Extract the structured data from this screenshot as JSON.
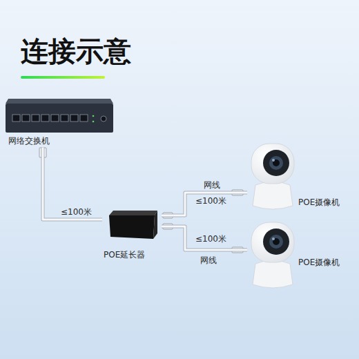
{
  "diagram": {
    "title": "连接示意",
    "nodes": [
      {
        "text": [
          "网络交换机"
        ]
      },
      {
        "text": [
          "POE延长器"
        ]
      },
      {
        "text": [
          "POE摄像机"
        ]
      },
      {
        "text": [
          "POE摄像机"
        ]
      }
    ],
    "edges": [
      {
        "from": 0,
        "to": 1,
        "label": "≤100米",
        "arrow": "none"
      },
      {
        "from": 1,
        "to": 2,
        "label": "≤100米",
        "arrow": "none"
      },
      {
        "from": 1,
        "to": 3,
        "label": "≤100米",
        "arrow": "none"
      }
    ],
    "labels": [
      "网线",
      "网线"
    ]
  }
}
